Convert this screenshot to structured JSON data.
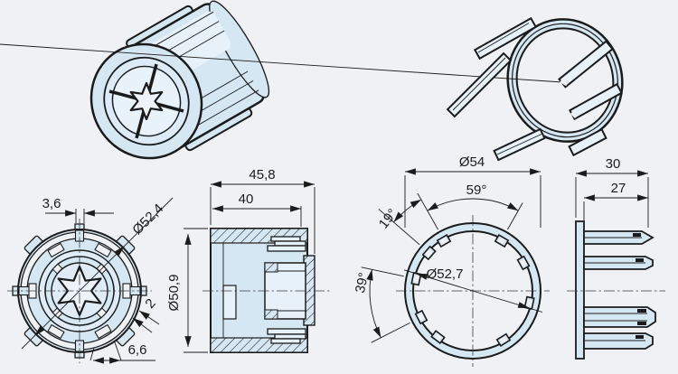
{
  "page": {
    "title": "Tubular drive adapter set – dimensioned technical drawing",
    "colors": {
      "background": "#eff1f5",
      "part_fill": "#d6e7f4",
      "part_fill_light": "#e7f1f9",
      "line": "#1b1b1b"
    }
  },
  "views": {
    "iso_crown": {
      "name": "crown adapter isometric view"
    },
    "iso_drive": {
      "name": "drive wheel adapter isometric view"
    },
    "crown_front": {
      "dim_tab_width": "3,6",
      "dim_outer_dia": "Ø52,4",
      "dim_slot_width": "2",
      "dim_lug_width": "6,6"
    },
    "crown_section": {
      "dim_overall_length": "45,8",
      "dim_body_length": "40",
      "dim_body_dia": "Ø50,9"
    },
    "drive_front": {
      "dim_outer_dia": "Ø54",
      "dim_top_angle": "59°",
      "dim_notch_angle": "19°",
      "dim_side_angle": "39°",
      "dim_inner_dia": "Ø52,7"
    },
    "drive_side": {
      "dim_overall_depth": "30",
      "dim_prong_length": "27"
    }
  }
}
